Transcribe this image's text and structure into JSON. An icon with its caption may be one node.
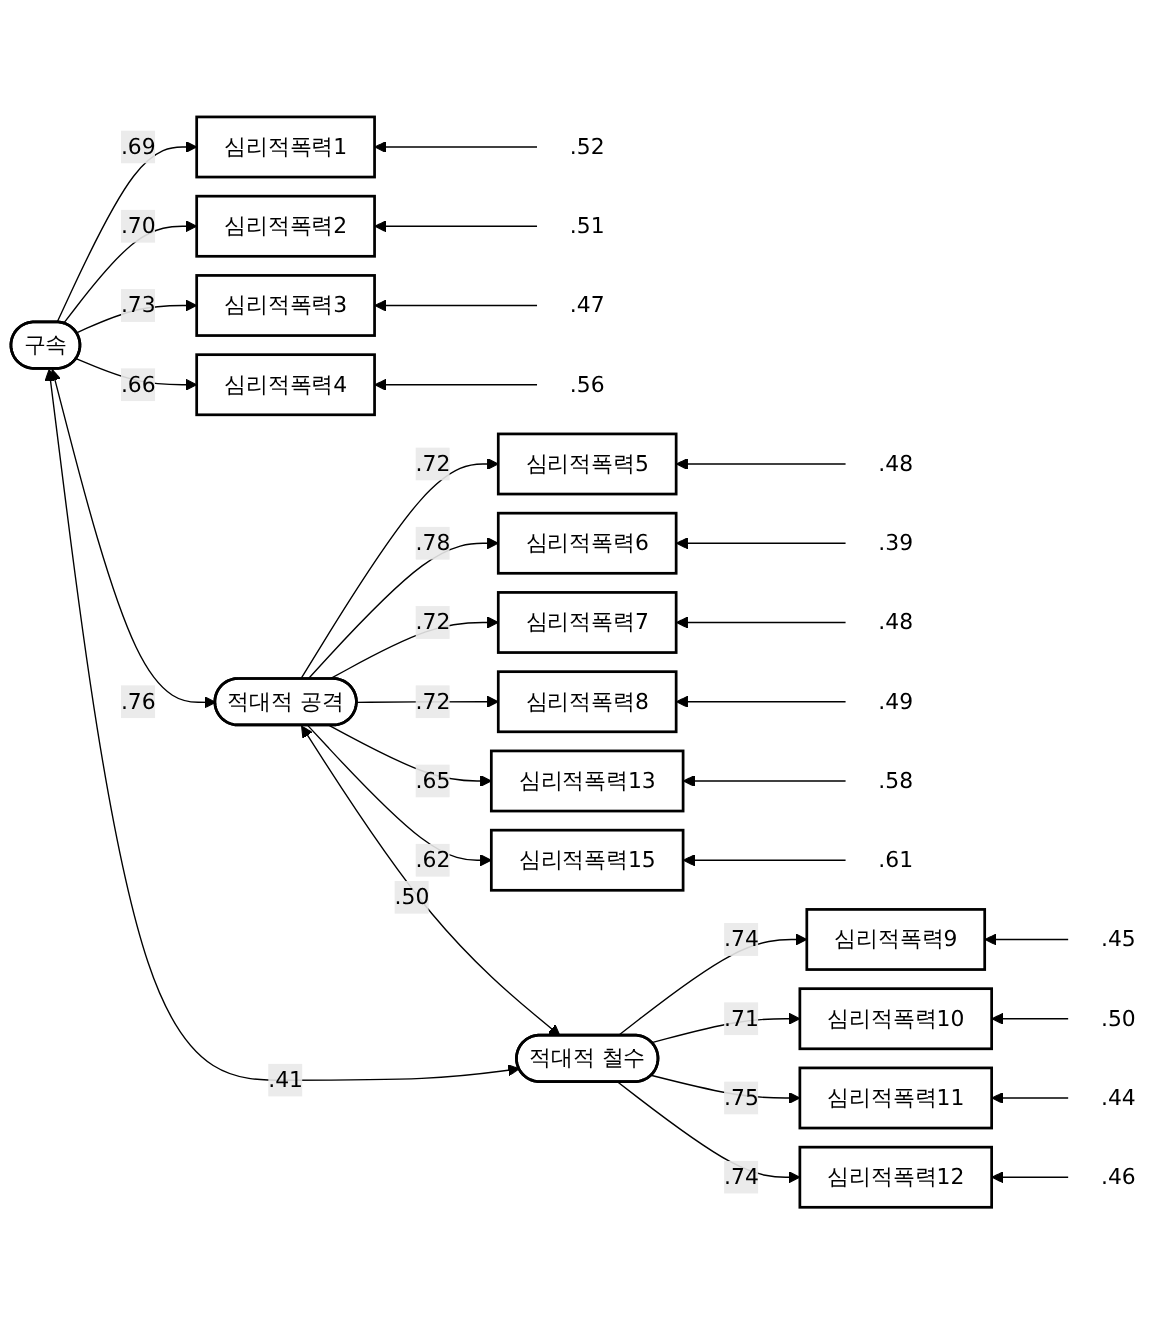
{
  "diagram": {
    "nodes": [
      {
        "text": [
          "구속"
        ]
      },
      {
        "text": [
          "심리적폭력1"
        ]
      },
      {
        "text": [
          "심리적폭력2"
        ]
      },
      {
        "text": [
          "심리적폭력3"
        ]
      },
      {
        "text": [
          "심리적폭력4"
        ]
      },
      {
        "text": [
          "적대적 공격"
        ]
      },
      {
        "text": [
          "심리적폭력5"
        ]
      },
      {
        "text": [
          "심리적폭력6"
        ]
      },
      {
        "text": [
          "심리적폭력7"
        ]
      },
      {
        "text": [
          "심리적폭력8"
        ]
      },
      {
        "text": [
          "심리적폭력13"
        ]
      },
      {
        "text": [
          "심리적폭력15"
        ]
      },
      {
        "text": [
          "적대적 철수"
        ]
      },
      {
        "text": [
          "심리적폭력9"
        ]
      },
      {
        "text": [
          "심리적폭력10"
        ]
      },
      {
        "text": [
          "심리적폭력11"
        ]
      },
      {
        "text": [
          "심리적폭력12"
        ]
      },
      {
        "text": [
          ".52"
        ]
      },
      {
        "text": [
          ".51"
        ]
      },
      {
        "text": [
          ".47"
        ]
      },
      {
        "text": [
          ".56"
        ]
      },
      {
        "text": [
          ".48"
        ]
      },
      {
        "text": [
          ".39"
        ]
      },
      {
        "text": [
          ".48"
        ]
      },
      {
        "text": [
          ".49"
        ]
      },
      {
        "text": [
          ".58"
        ]
      },
      {
        "text": [
          ".61"
        ]
      },
      {
        "text": [
          ".45"
        ]
      },
      {
        "text": [
          ".50"
        ]
      },
      {
        "text": [
          ".44"
        ]
      },
      {
        "text": [
          ".46"
        ]
      }
    ],
    "edges": [
      {
        "from": 0,
        "to": 1,
        "arrow": "to",
        "label": ".69"
      },
      {
        "from": 0,
        "to": 2,
        "arrow": "to",
        "label": ".70"
      },
      {
        "from": 0,
        "to": 3,
        "arrow": "to",
        "label": ".73"
      },
      {
        "from": 0,
        "to": 4,
        "arrow": "to",
        "label": ".66"
      },
      {
        "from": 5,
        "to": 6,
        "arrow": "to",
        "label": ".72"
      },
      {
        "from": 5,
        "to": 7,
        "arrow": "to",
        "label": ".78"
      },
      {
        "from": 5,
        "to": 8,
        "arrow": "to",
        "label": ".72"
      },
      {
        "from": 5,
        "to": 9,
        "arrow": "to",
        "label": ".72"
      },
      {
        "from": 5,
        "to": 10,
        "arrow": "to",
        "label": ".65"
      },
      {
        "from": 5,
        "to": 11,
        "arrow": "to",
        "label": ".62"
      },
      {
        "from": 12,
        "to": 13,
        "arrow": "to",
        "label": ".74"
      },
      {
        "from": 12,
        "to": 14,
        "arrow": "to",
        "label": ".71"
      },
      {
        "from": 12,
        "to": 15,
        "arrow": "to",
        "label": ".75"
      },
      {
        "from": 12,
        "to": 16,
        "arrow": "to",
        "label": ".74"
      },
      {
        "from": 0,
        "to": 5,
        "arrow": "both",
        "label": ".76"
      },
      {
        "from": 5,
        "to": 12,
        "arrow": "both",
        "label": ".50"
      },
      {
        "from": 0,
        "to": 12,
        "arrow": "both",
        "label": ".41"
      },
      {
        "from": 17,
        "to": 1,
        "arrow": "to"
      },
      {
        "from": 18,
        "to": 2,
        "arrow": "to"
      },
      {
        "from": 19,
        "to": 3,
        "arrow": "to"
      },
      {
        "from": 20,
        "to": 4,
        "arrow": "to"
      },
      {
        "from": 21,
        "to": 6,
        "arrow": "to"
      },
      {
        "from": 22,
        "to": 7,
        "arrow": "to"
      },
      {
        "from": 23,
        "to": 8,
        "arrow": "to"
      },
      {
        "from": 24,
        "to": 9,
        "arrow": "to"
      },
      {
        "from": 25,
        "to": 10,
        "arrow": "to"
      },
      {
        "from": 26,
        "to": 11,
        "arrow": "to"
      },
      {
        "from": 27,
        "to": 13,
        "arrow": "to"
      },
      {
        "from": 28,
        "to": 14,
        "arrow": "to"
      },
      {
        "from": 29,
        "to": 15,
        "arrow": "to"
      },
      {
        "from": 30,
        "to": 16,
        "arrow": "to"
      }
    ]
  }
}
